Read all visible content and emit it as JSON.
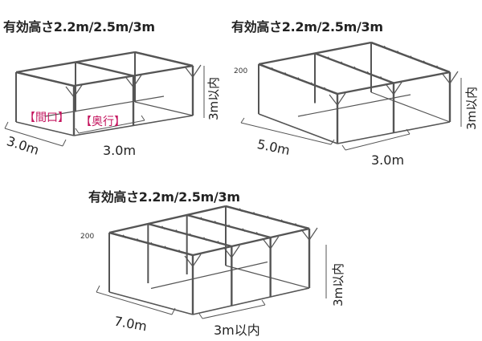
{
  "panels": [
    {
      "title": "有効高さ2.2m/2.5m/3m",
      "width_label": "3.0m",
      "depth_label": "3.0m",
      "height_label": "3m以内",
      "frontage_tag": "【間口】",
      "depth_tag": "【奥行】"
    },
    {
      "title": "有効高さ2.2m/2.5m/3m",
      "width_label": "5.0m",
      "depth_label": "3.0m",
      "height_label": "3m以内",
      "eave_label": "200"
    },
    {
      "title": "有効高さ2.2m/2.5m/3m",
      "width_label": "7.0m",
      "depth_label": "3m以内",
      "height_label": "3m以内",
      "eave_label": "200"
    }
  ],
  "colors": {
    "frame": "#555555",
    "tag": "#c4145e"
  }
}
